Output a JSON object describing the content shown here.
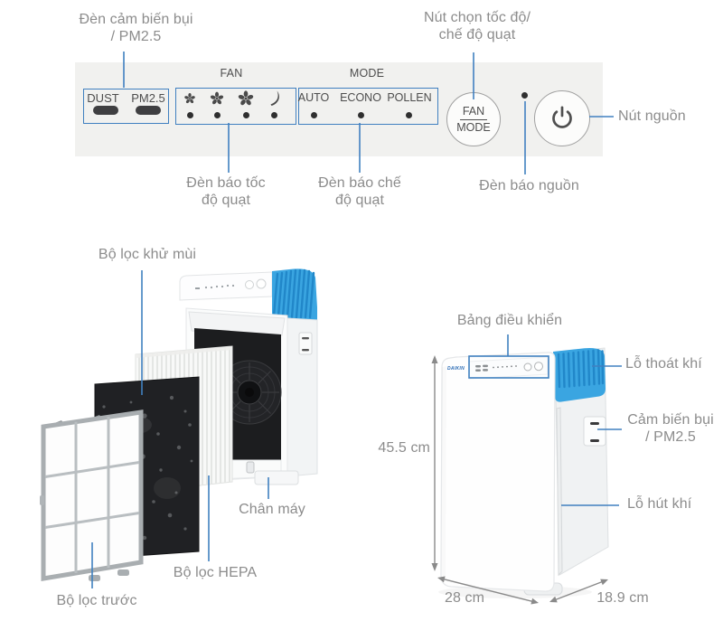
{
  "colors": {
    "accent_blue": "#4080c0",
    "outlet_blue": "#3aa5e1",
    "outlet_rib_blue": "#2187c9",
    "panel_bg": "#f1f1ef",
    "label_gray": "#8c8c8c",
    "panel_text": "#4d4d4d",
    "indicator_dark": "#2f2f2f",
    "dimension_gray": "#8a8a8a"
  },
  "control_panel": {
    "dust_label": "DUST",
    "pm25_label": "PM2.5",
    "sections": {
      "fan": "FAN",
      "mode": "MODE"
    },
    "mode_options": [
      "AUTO",
      "ECONO",
      "POLLEN"
    ],
    "fan_mode_button": {
      "line1": "FAN",
      "line2": "MODE"
    }
  },
  "callouts": {
    "dust_sensor_light": {
      "line1": "Đèn cảm biến bụi",
      "line2": "/ PM2.5"
    },
    "fan_mode_button": {
      "line1": "Nút chọn tốc độ/",
      "line2": "chế độ quạt"
    },
    "power_button": "Nút nguồn",
    "fan_speed_light": {
      "line1": "Đèn báo tốc",
      "line2": "độ quạt"
    },
    "mode_light": {
      "line1": "Đèn báo chế",
      "line2": "độ quạt"
    },
    "power_light": "Đèn báo nguồn"
  },
  "exploded_view": {
    "deodorizing_filter": "Bộ lọc khử mùi",
    "stand": "Chân máy",
    "hepa_filter": "Bộ lọc HEPA",
    "pre_filter": "Bộ lọc trước"
  },
  "product_view": {
    "brand": "DAIKIN",
    "control_panel": "Bảng điều khiển",
    "air_outlet": "Lỗ thoát khí",
    "dust_sensor": {
      "line1": "Cảm biến bụi",
      "line2": "/ PM2.5"
    },
    "air_inlet": "Lỗ hút khí",
    "dimensions": {
      "height": "45.5 cm",
      "width": "28 cm",
      "depth": "18.9 cm"
    }
  }
}
